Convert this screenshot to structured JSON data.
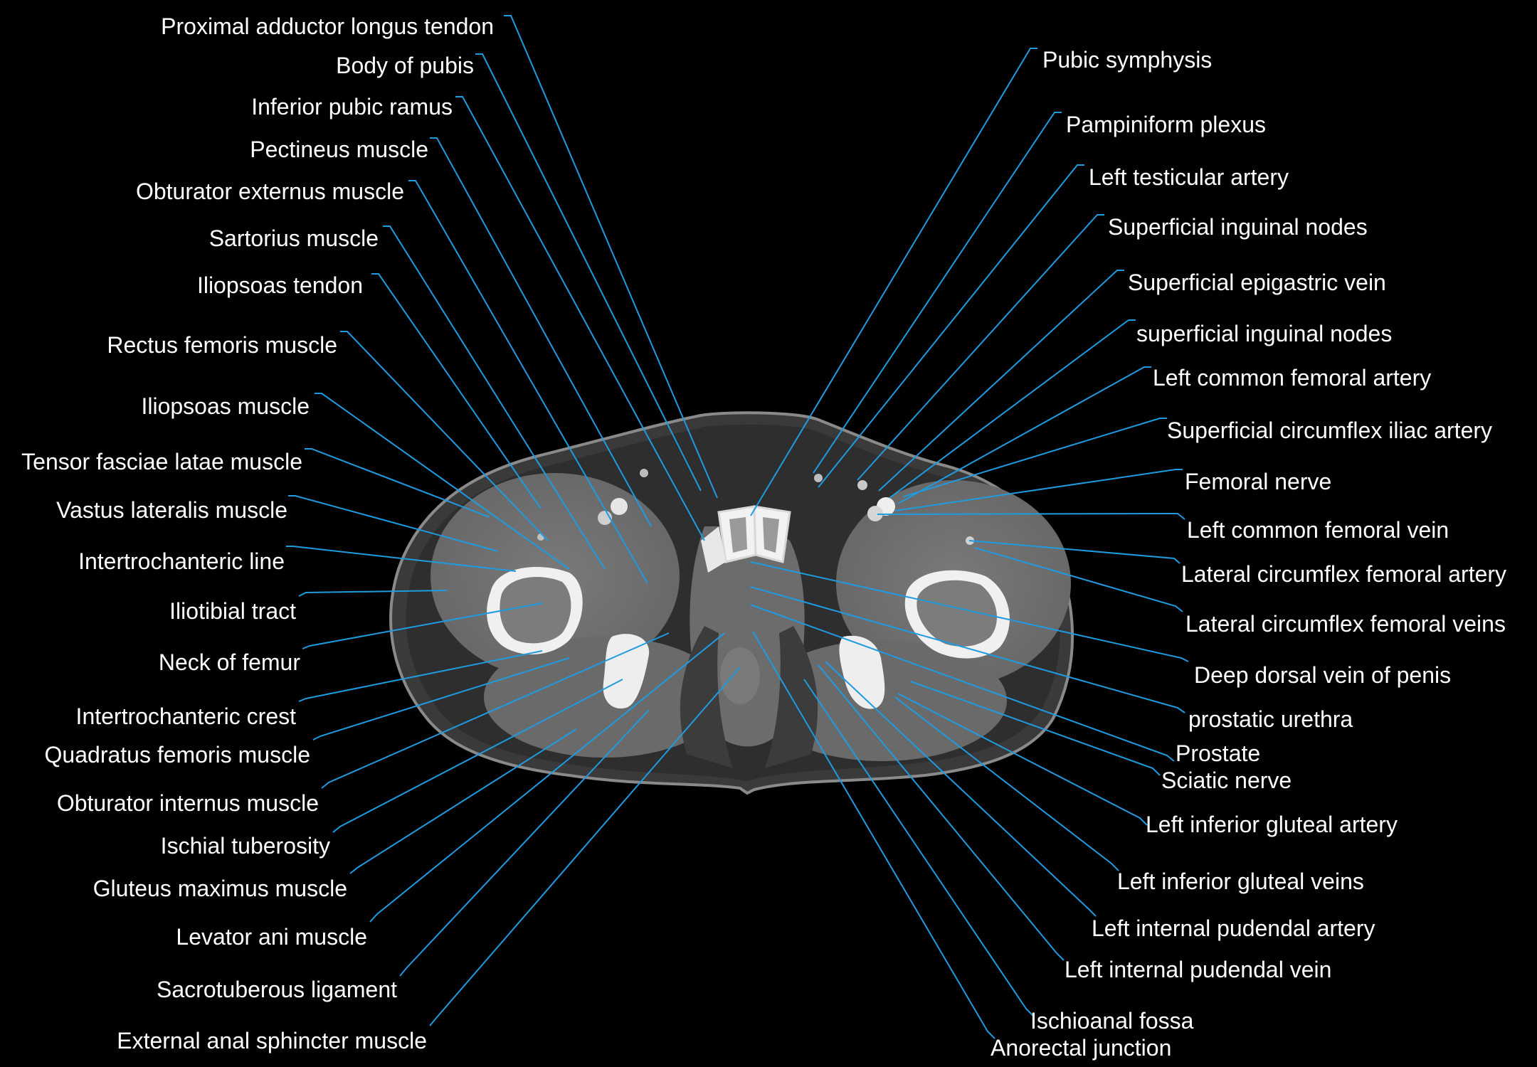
{
  "colors": {
    "background": "#000000",
    "leader": "#1f9be0",
    "text": "#ffffff"
  },
  "labels_left": [
    "Proximal adductor longus tendon",
    "Body of pubis",
    "Inferior pubic ramus",
    "Pectineus muscle",
    "Obturator externus muscle",
    "Sartorius muscle",
    "Iliopsoas tendon",
    "Rectus femoris muscle",
    "Iliopsoas muscle",
    "Tensor fasciae latae muscle",
    "Vastus lateralis muscle",
    "Intertrochanteric line",
    "Iliotibial tract",
    "Neck of femur",
    "Intertrochanteric crest",
    "Quadratus femoris muscle",
    "Obturator internus muscle",
    "Ischial tuberosity",
    "Gluteus maximus muscle",
    "Levator ani muscle",
    "Sacrotuberous ligament",
    "External anal sphincter muscle"
  ],
  "labels_right": [
    "Pubic symphysis",
    "Pampiniform plexus",
    "Left testicular artery",
    "Superficial inguinal nodes",
    "Superficial epigastric vein",
    "superficial inguinal nodes",
    "Left common femoral artery",
    "Superficial circumflex iliac artery",
    "Femoral nerve",
    "Left common femoral vein",
    "Lateral circumflex femoral artery",
    "Lateral circumflex femoral veins",
    "Deep dorsal vein of penis",
    "prostatic urethra",
    "Prostate",
    "Sciatic nerve",
    "Left inferior gluteal artery",
    "Left inferior gluteal veins",
    "Left internal pudendal artery",
    "Left internal pudendal vein",
    "Ischioanal fossa",
    "Anorectal junction"
  ]
}
